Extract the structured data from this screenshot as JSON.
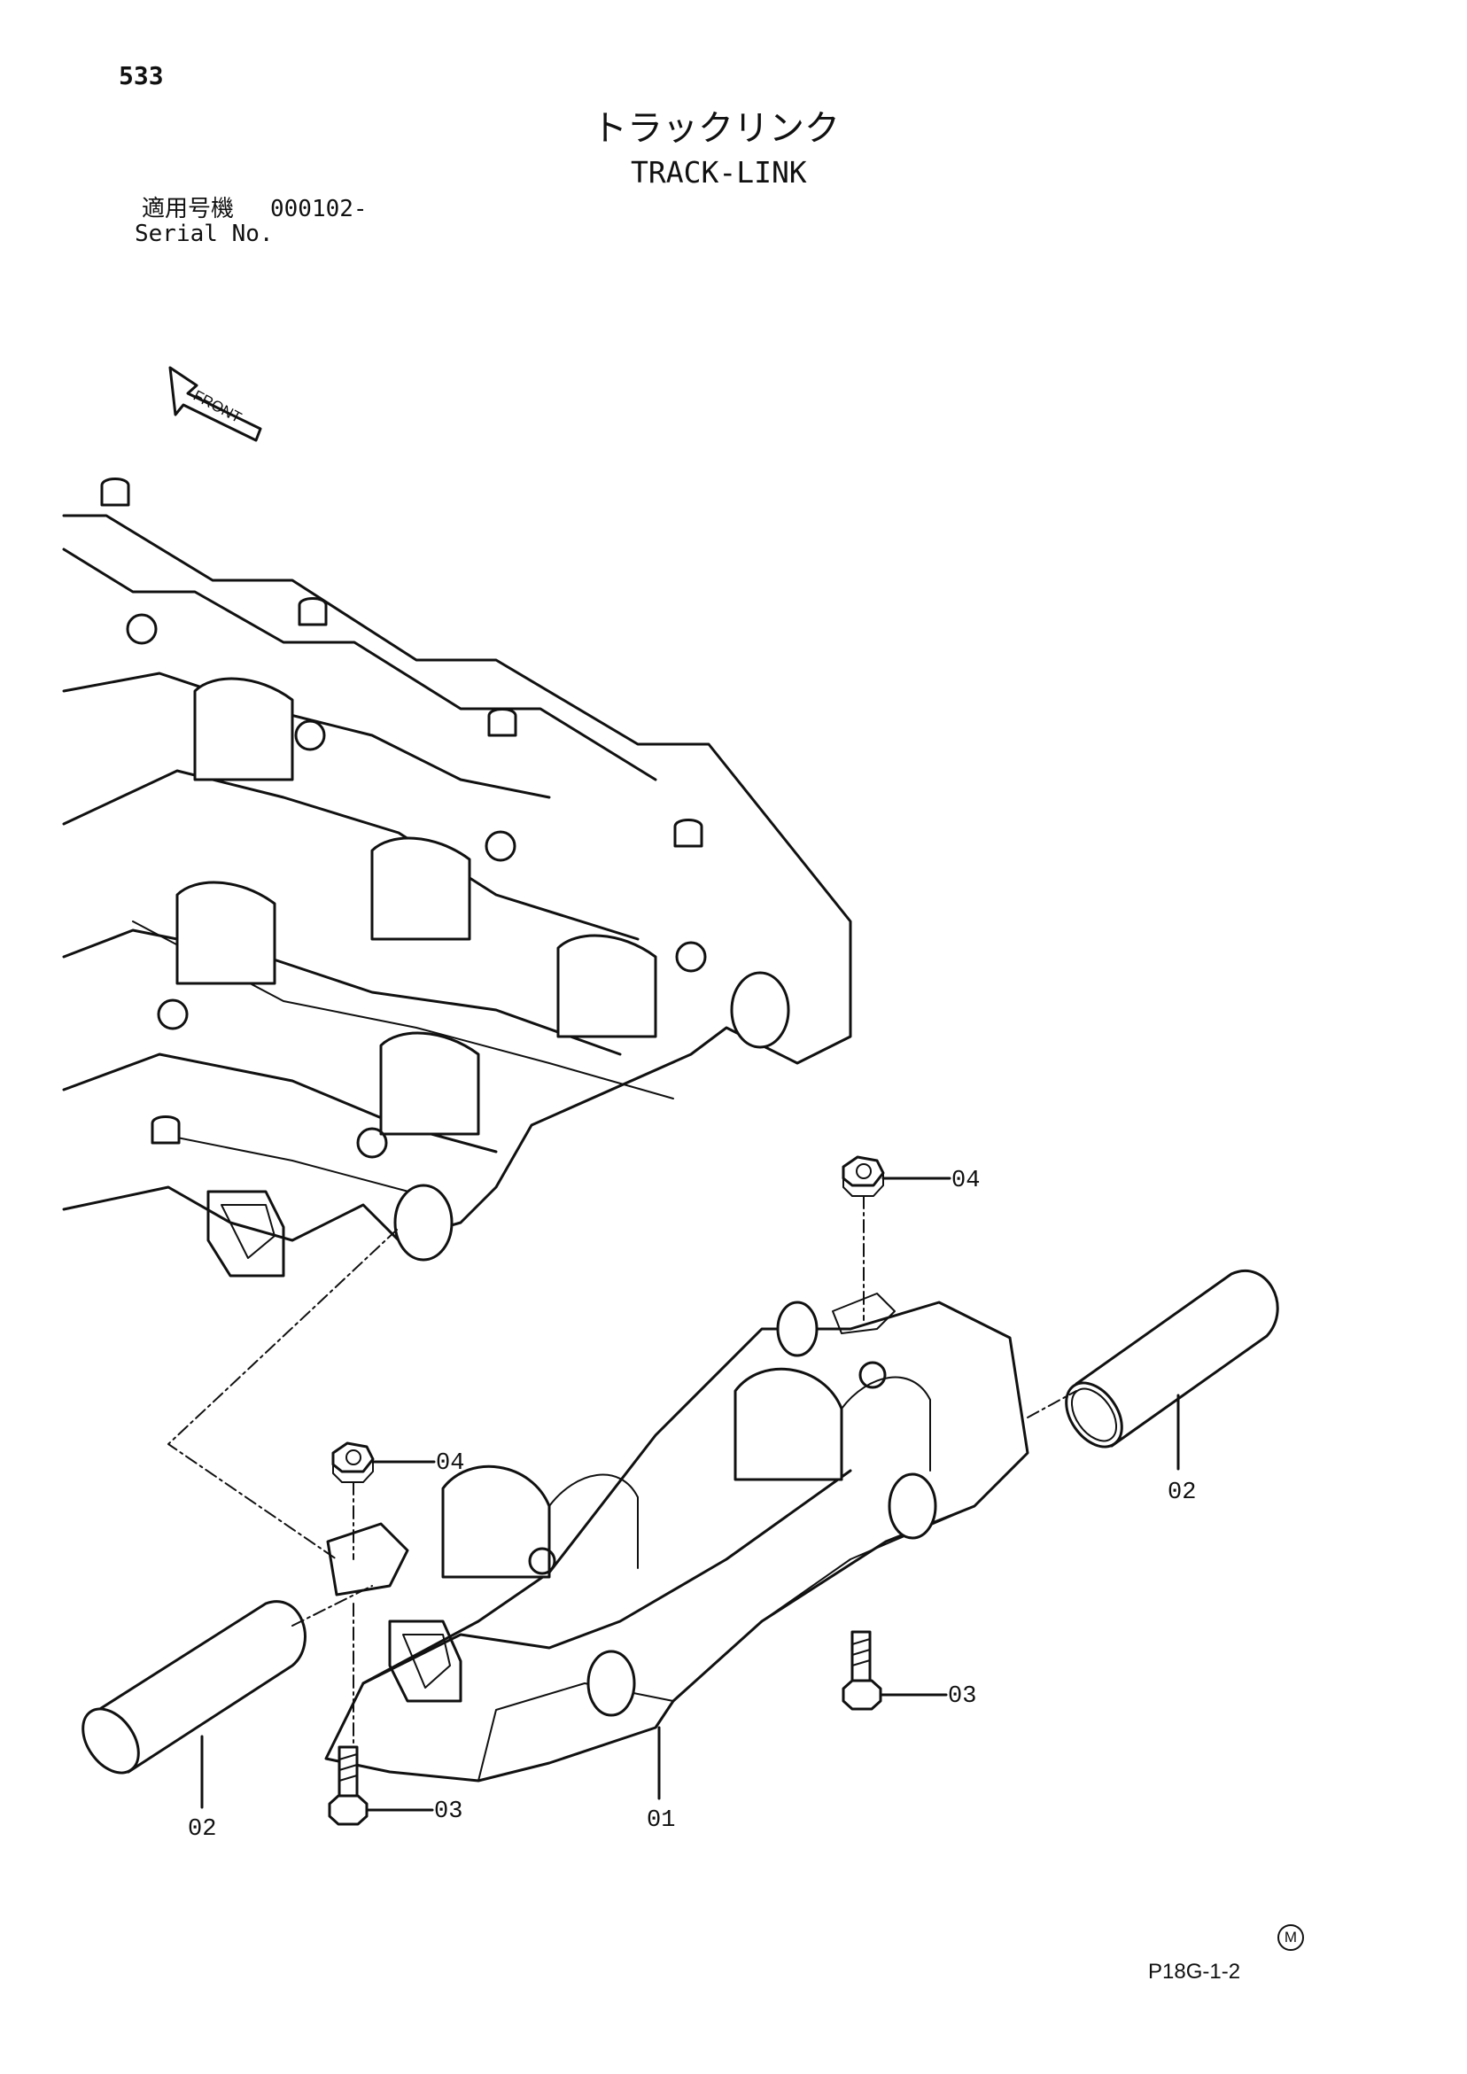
{
  "header": {
    "page_number": "533",
    "title_japanese": "トラックリンク",
    "title_english": "TRACK-LINK",
    "serial_label_japanese": "適用号機",
    "serial_value": "000102-",
    "serial_label_english": "Serial No."
  },
  "diagram": {
    "front_arrow_label": "FRONT",
    "callouts": [
      {
        "id": "01",
        "part": "track link"
      },
      {
        "id": "02",
        "part": "pin"
      },
      {
        "id": "03",
        "part": "bolt"
      },
      {
        "id": "04",
        "part": "nut"
      }
    ]
  },
  "footer": {
    "manufacturer_mark": "M",
    "drawing_code": "P18G-1-2"
  }
}
